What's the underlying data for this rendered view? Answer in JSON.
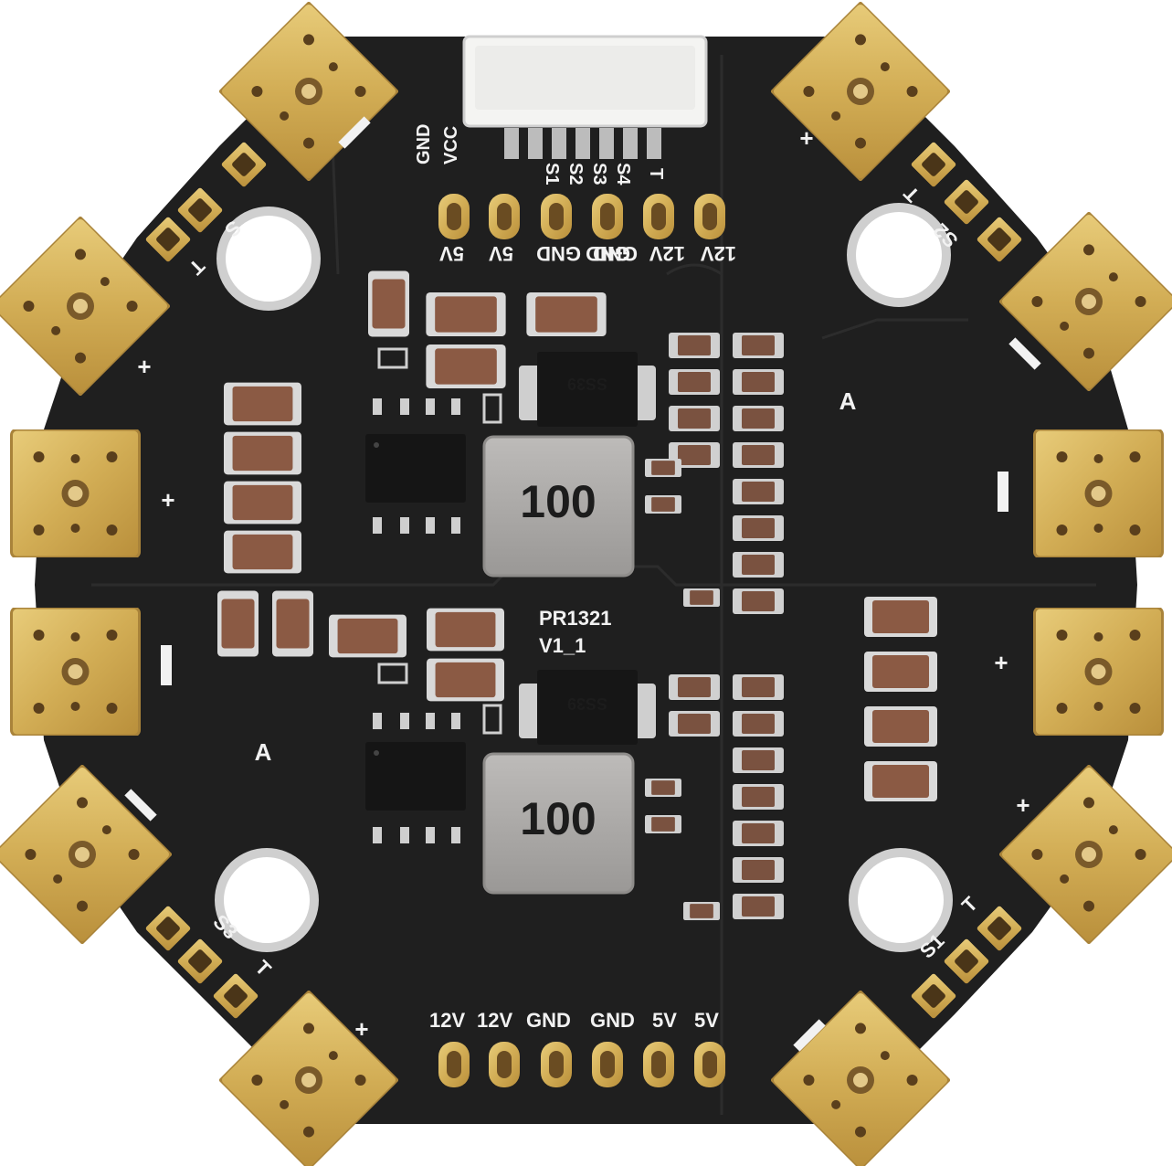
{
  "board": {
    "model": "PR1321",
    "version": "V1_1",
    "colors": {
      "pcb": "#1e1e1e",
      "pad_gold": "#d8b85f",
      "pad_gold_dark": "#b8903a",
      "silkscreen": "#f2f2f2",
      "capacitor": "#8a5a44",
      "inductor": "#a9a7a5"
    }
  },
  "top_header": {
    "side_labels": [
      "GND",
      "VCC"
    ],
    "pin_labels": [
      "S1",
      "S2",
      "S3",
      "S4",
      "T"
    ],
    "power_labels": [
      "5V",
      "5V",
      "GND",
      "GND",
      "GND",
      "12V",
      "12V"
    ]
  },
  "bottom_header": {
    "power_labels": [
      "12V",
      "12V",
      "GND",
      "GND",
      "5V",
      "5V"
    ]
  },
  "regulators": [
    {
      "diode": "SS39",
      "inductor": "100"
    },
    {
      "diode": "SS39",
      "inductor": "100"
    }
  ],
  "motor_signals": {
    "top_left": [
      "S",
      "T"
    ],
    "top_right": [
      "T",
      "S2"
    ],
    "bottom_left": [
      "S3",
      "T"
    ],
    "bottom_right": [
      "T",
      "S1"
    ]
  },
  "polarity_marks": {
    "plus": "+",
    "minus": "−",
    "arrow": "A"
  }
}
